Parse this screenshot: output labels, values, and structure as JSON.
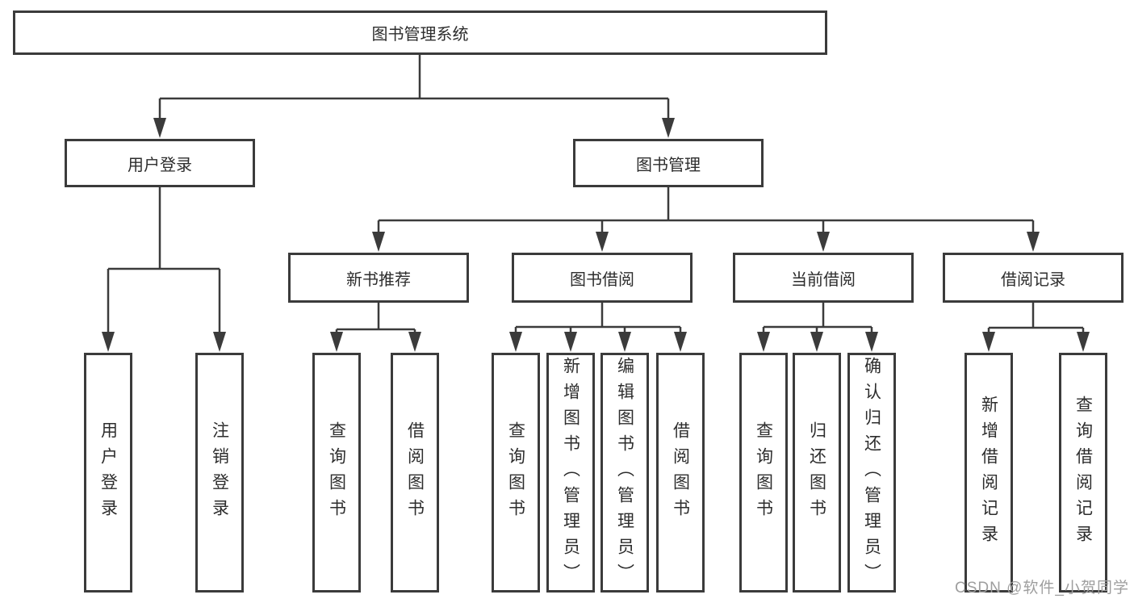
{
  "colors": {
    "line": "#3b3b3b",
    "text": "#2d2d2d",
    "watermark": "#9e9e9e",
    "background": "#ffffff"
  },
  "nodes": {
    "root": "图书管理系统",
    "login": "用户登录",
    "management": "图书管理",
    "branches": [
      "新书推荐",
      "图书借阅",
      "当前借阅",
      "借阅记录"
    ],
    "login_children": [
      "用户登录",
      "注销登录"
    ],
    "recommend_children": [
      "查询图书",
      "借阅图书"
    ],
    "borrow_children": [
      "查询图书",
      "新增图书（管理员）",
      "编辑图书（管理员）",
      "借阅图书"
    ],
    "current_children": [
      "查询图书",
      "归还图书",
      "确认归还（管理员）"
    ],
    "record_children": [
      "新增借阅记录",
      "查询借阅记录"
    ]
  },
  "watermark": "CSDN @软件_小贺同学"
}
